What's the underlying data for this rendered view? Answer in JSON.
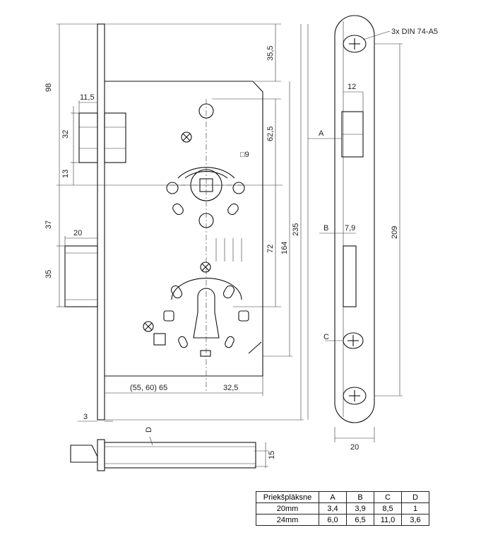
{
  "dimensions": {
    "top_98": "98",
    "width_11_5": "11,5",
    "h_32": "32",
    "h_13": "13",
    "h_37": "37",
    "w_20_latch": "20",
    "h_35": "35",
    "h_35_5": "35,5",
    "h_62_5": "62,5",
    "spindle": "□9",
    "h_72": "72",
    "h_164": "164",
    "h_235": "235",
    "backset": "(55, 60) 65",
    "h_32_5": "32,5",
    "w_3": "3",
    "d_label": "D",
    "h_15": "15",
    "w_12": "12",
    "a_label": "A",
    "b_label": "B",
    "w_7_9": "7,9",
    "c_label": "C",
    "h_209": "209",
    "w_20_plate": "20",
    "screws_note": "3x DIN 74-A5"
  },
  "table": {
    "headers": [
      "Priekšplāksne",
      "A",
      "B",
      "C",
      "D"
    ],
    "rows": [
      [
        "20mm",
        "3,4",
        "3,9",
        "8,5",
        "1"
      ],
      [
        "24mm",
        "6,0",
        "6,5",
        "11,0",
        "3,6"
      ]
    ]
  }
}
